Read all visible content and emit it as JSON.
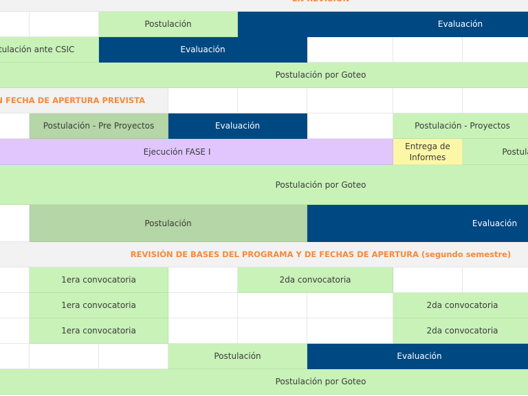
{
  "colors": {
    "green": "#c8f2b8",
    "dark_green": "#b5d6a6",
    "navy": "#004882",
    "purple": "#e0c6fc",
    "yellow": "#fcf7a6",
    "header_bg": "#f2f2f2",
    "header_text": "#f7883a"
  },
  "sections": {
    "en_revision": "EN REVISIÓN",
    "sin_fecha": "- SIN FECHA DE APERTURA PREVISTA",
    "revision_bases": "REVISIÓN DE BASES DEL PROGRAMA Y DE FECHAS DE APERTURA (segundo semestre)"
  },
  "rows": {
    "r1": {
      "postulacion": "Postulación",
      "evaluacion": "Evaluación"
    },
    "r2": {
      "postulacion": "Postulación ante CSIC",
      "evaluacion": "Evaluación"
    },
    "r3": {
      "goteo": "Postulación por Goteo"
    },
    "r5": {
      "pre": "Postulación - Pre Proyectos",
      "evaluacion": "Evaluación",
      "proyectos": "Postulación - Proyectos"
    },
    "r6": {
      "ejecucion": "Ejecución FASE I",
      "entrega": "Entrega de Informes",
      "postulacion": "Postulación"
    },
    "r7": {
      "goteo": "Postulación por Goteo"
    },
    "r8": {
      "postulacion": "Postulación",
      "evaluacion": "Evaluación"
    },
    "r10": {
      "primera": "1era convocatoria",
      "segunda": "2da convocatoria"
    },
    "r11": {
      "primera": "1era convocatoria",
      "segunda": "2da convocatoria"
    },
    "r12": {
      "primera": "1era convocatoria",
      "segunda": "2da convocatoria"
    },
    "r13": {
      "postulacion": "Postulación",
      "evaluacion": "Evaluación"
    },
    "r14": {
      "goteo": "Postulación por Goteo"
    }
  }
}
